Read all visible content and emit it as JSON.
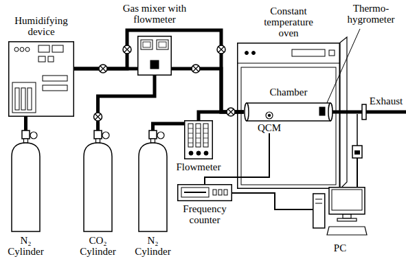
{
  "diagram": {
    "nodes": [
      {
        "text": [
          "Humidifying device"
        ]
      },
      {
        "text": [
          "Gas mixer with flowmeter"
        ]
      },
      {
        "text": [
          "N₂ Cylinder"
        ]
      },
      {
        "text": [
          "CO₂ Cylinder"
        ]
      },
      {
        "text": [
          "N₂ Cylinder"
        ]
      },
      {
        "text": [
          "Flowmeter"
        ]
      },
      {
        "text": [
          "Constant temperature oven"
        ]
      },
      {
        "text": [
          "Chamber"
        ],
        "in": 6
      },
      {
        "text": [
          "QCM"
        ],
        "in": 7
      },
      {
        "text": [
          "Frequency counter"
        ]
      },
      {
        "text": [
          "PC"
        ]
      }
    ],
    "edges": [
      {
        "from": 2,
        "to": 0,
        "arrow": "none"
      },
      {
        "from": 0,
        "to": 1,
        "arrow": "none"
      },
      {
        "from": 0,
        "to": 7,
        "arrow": "none"
      },
      {
        "from": 1,
        "to": 7,
        "arrow": "none"
      },
      {
        "from": 3,
        "to": 1,
        "arrow": "none"
      },
      {
        "from": 4,
        "to": 5,
        "arrow": "none"
      },
      {
        "from": 5,
        "to": 7,
        "arrow": "none"
      },
      {
        "from": 8,
        "to": 9,
        "arrow": "none"
      },
      {
        "from": 9,
        "to": 10,
        "arrow": "none"
      }
    ],
    "labels": [
      "Thermo-hygrometer",
      "Exhaust"
    ]
  }
}
